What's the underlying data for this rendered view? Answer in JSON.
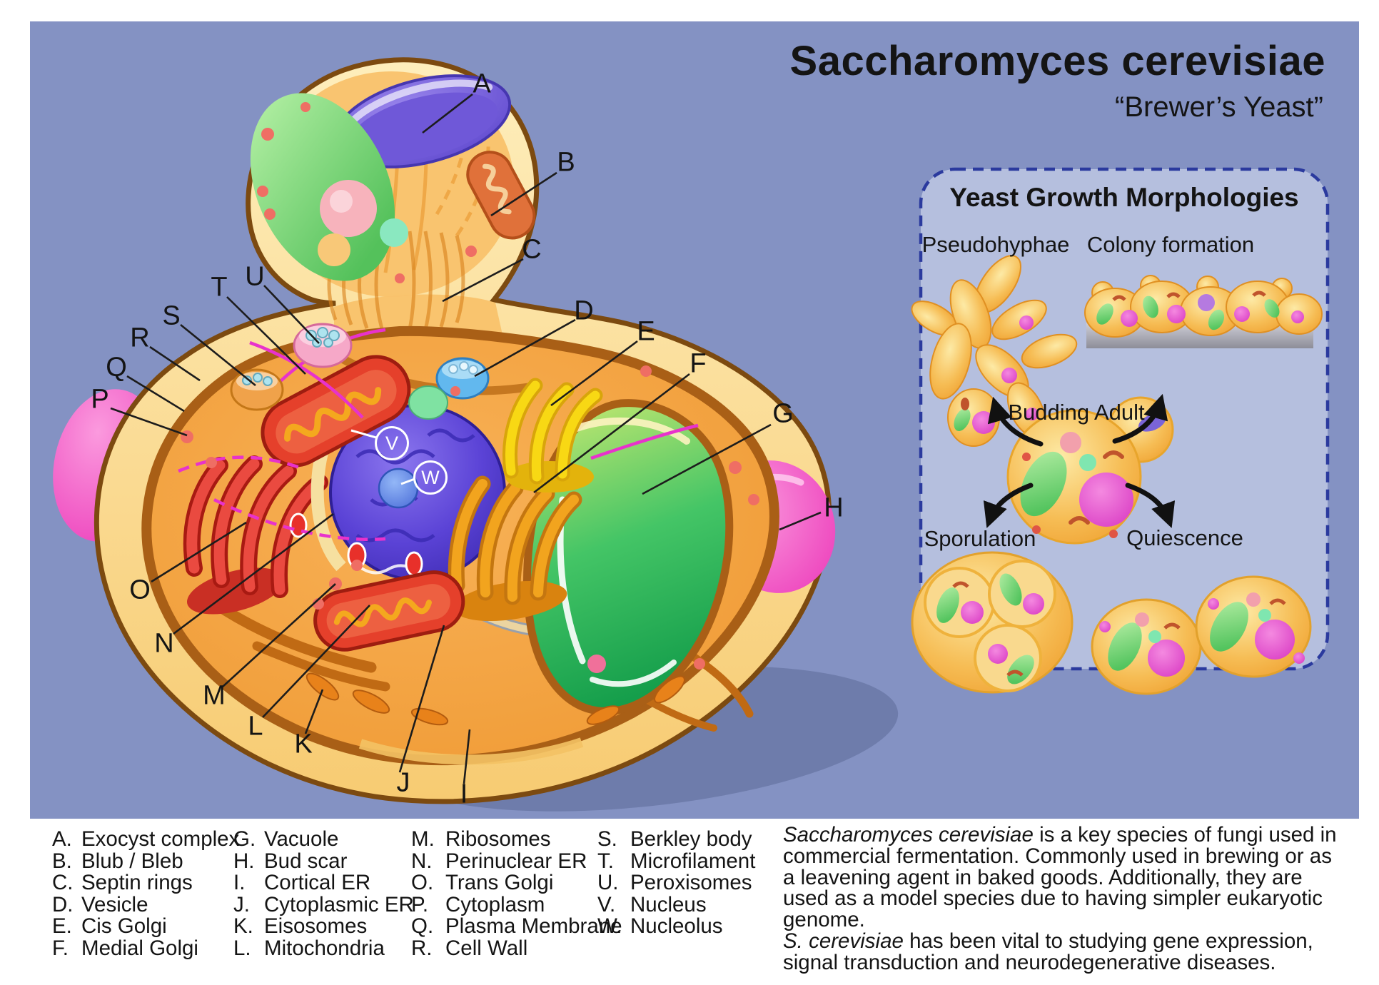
{
  "header": {
    "title": "Saccharomyces cerevisiae",
    "subtitle": "“Brewer’s Yeast”"
  },
  "morphology_panel": {
    "title": "Yeast Growth Morphologies",
    "pseudohyphae": "Pseudohyphae",
    "colony_formation": "Colony formation",
    "budding_adult": "Budding Adult",
    "sporulation": "Sporulation",
    "quiescence": "Quiescence"
  },
  "diagram": {
    "letters": [
      "A",
      "B",
      "C",
      "D",
      "E",
      "F",
      "G",
      "H",
      "I",
      "J",
      "K",
      "L",
      "M",
      "N",
      "O",
      "P",
      "Q",
      "R",
      "S",
      "T",
      "U",
      "V",
      "W"
    ]
  },
  "legend": {
    "col1": [
      {
        "letter": "A.",
        "name": "Exocyst complex"
      },
      {
        "letter": "B.",
        "name": "Blub / Bleb"
      },
      {
        "letter": "C.",
        "name": "Septin rings"
      },
      {
        "letter": "D.",
        "name": "Vesicle"
      },
      {
        "letter": "E.",
        "name": "Cis Golgi"
      },
      {
        "letter": "F.",
        "name": "Medial Golgi"
      }
    ],
    "col2": [
      {
        "letter": "G.",
        "name": "Vacuole"
      },
      {
        "letter": "H.",
        "name": "Bud scar"
      },
      {
        "letter": "I.",
        "name": "Cortical ER"
      },
      {
        "letter": "J.",
        "name": "Cytoplasmic ER"
      },
      {
        "letter": "K.",
        "name": "Eisosomes"
      },
      {
        "letter": "L.",
        "name": "Mitochondria"
      }
    ],
    "col3": [
      {
        "letter": "M.",
        "name": "Ribosomes"
      },
      {
        "letter": "N.",
        "name": "Perinuclear ER"
      },
      {
        "letter": "O.",
        "name": "Trans Golgi"
      },
      {
        "letter": "P.",
        "name": "Cytoplasm"
      },
      {
        "letter": "Q.",
        "name": "Plasma Membrane"
      },
      {
        "letter": "R.",
        "name": "Cell Wall"
      }
    ],
    "col4": [
      {
        "letter": "S.",
        "name": "Berkley body"
      },
      {
        "letter": "T.",
        "name": "Microfilament"
      },
      {
        "letter": "U.",
        "name": "Peroxisomes"
      },
      {
        "letter": "V.",
        "name": "Nucleus"
      },
      {
        "letter": "W.",
        "name": "Nucleolus"
      }
    ]
  },
  "description": {
    "italic1": "Saccharomyces cerevisiae",
    "text1": " is a key species of fungi used in commercial fermentation. Commonly used in brewing or as a leavening agent in baked goods. Additionally, they are used as a model species due to having simpler eukaryotic genome.",
    "italic2": "S. cerevisiae",
    "text2": " has been vital to studying gene expression, signal transduction and neurodegenerative diseases."
  },
  "colors": {
    "background_blue": "#8492c3",
    "panel_background": "#b5bfde",
    "panel_border": "#2b3a9e",
    "cell_wall": "#f8cf79",
    "cytoplasm": "#f09a35",
    "nucleus": "#4a35cf",
    "vacuole": "#3ec768",
    "bud_scar": "#ee44bc",
    "text": "#141414"
  }
}
